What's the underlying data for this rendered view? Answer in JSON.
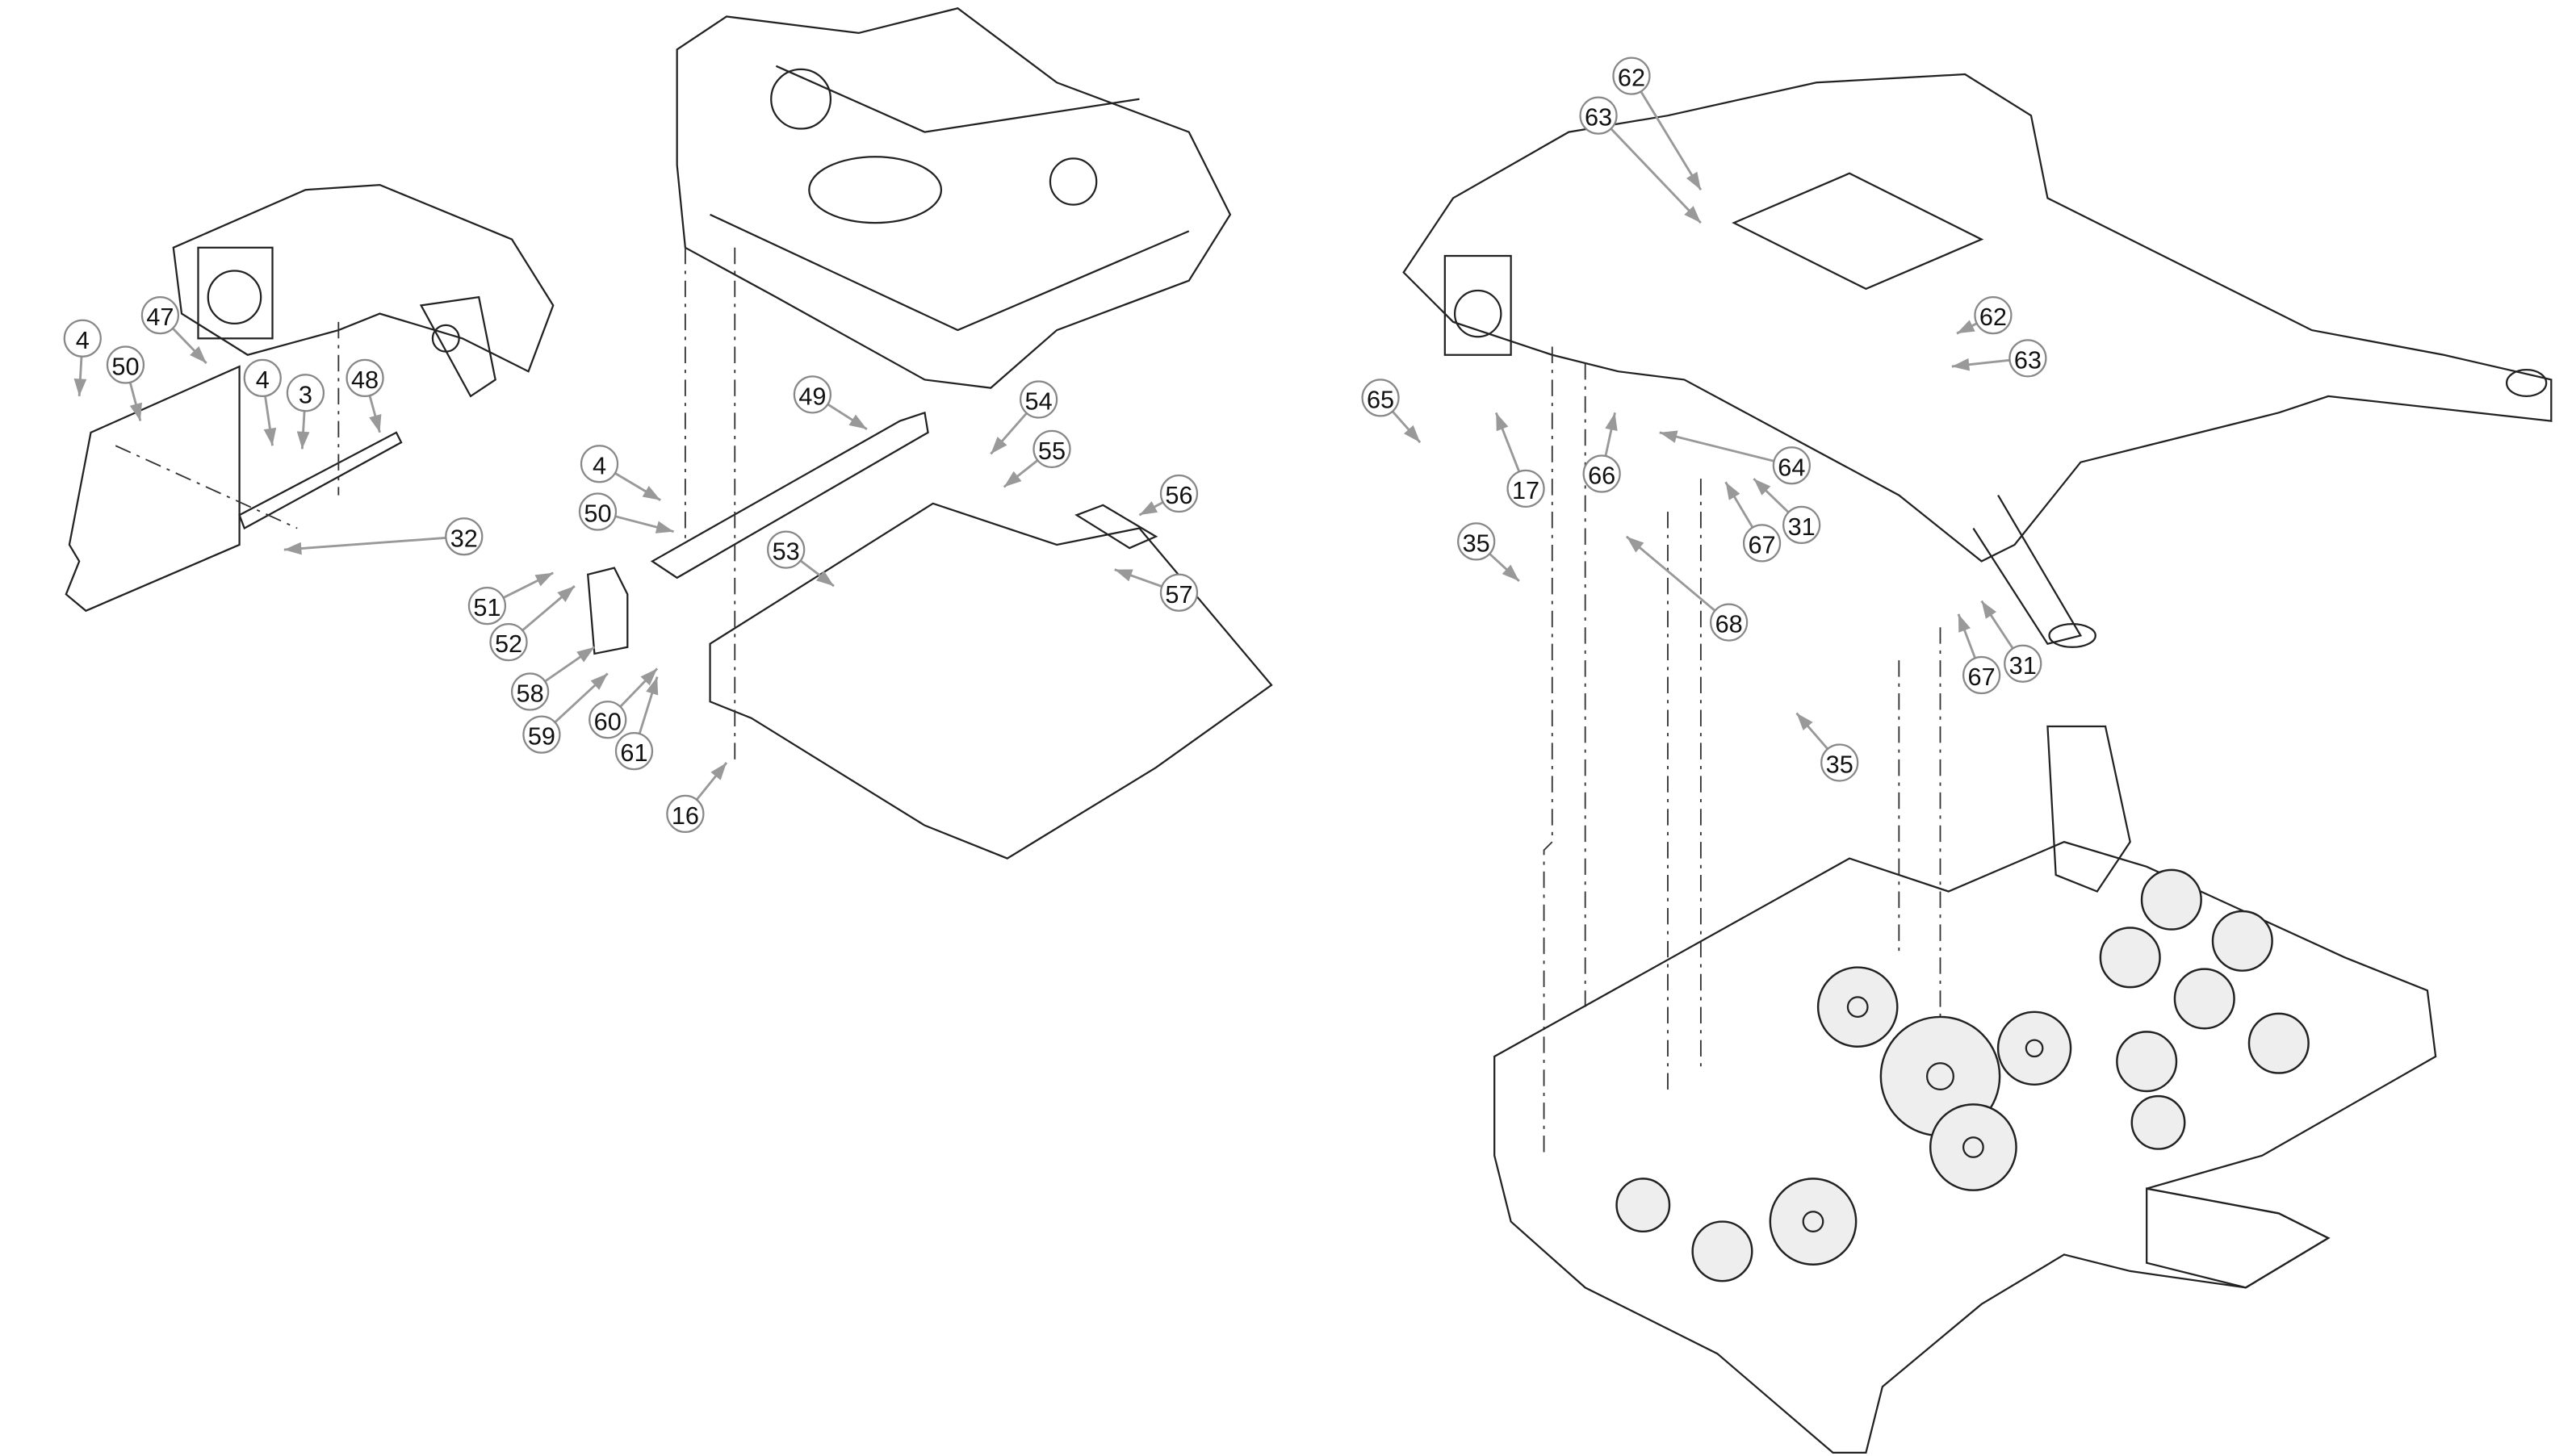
{
  "diagram": {
    "title": "Frame, floor pan and mower deck exploded parts view",
    "callouts": [
      {
        "id": "c1",
        "num": "4"
      },
      {
        "id": "c2",
        "num": "50"
      },
      {
        "id": "c3",
        "num": "47"
      },
      {
        "id": "c4",
        "num": "4"
      },
      {
        "id": "c5",
        "num": "3"
      },
      {
        "id": "c6",
        "num": "48"
      },
      {
        "id": "c7",
        "num": "32"
      },
      {
        "id": "c8",
        "num": "49"
      },
      {
        "id": "c9",
        "num": "4"
      },
      {
        "id": "c10",
        "num": "50"
      },
      {
        "id": "c11",
        "num": "54"
      },
      {
        "id": "c12",
        "num": "55"
      },
      {
        "id": "c13",
        "num": "56"
      },
      {
        "id": "c14",
        "num": "53"
      },
      {
        "id": "c15",
        "num": "57"
      },
      {
        "id": "c16",
        "num": "51"
      },
      {
        "id": "c17",
        "num": "52"
      },
      {
        "id": "c18",
        "num": "58"
      },
      {
        "id": "c19",
        "num": "59"
      },
      {
        "id": "c20",
        "num": "60"
      },
      {
        "id": "c21",
        "num": "61"
      },
      {
        "id": "c22",
        "num": "16"
      },
      {
        "id": "c23",
        "num": "62"
      },
      {
        "id": "c24",
        "num": "63"
      },
      {
        "id": "c25",
        "num": "62"
      },
      {
        "id": "c26",
        "num": "63"
      },
      {
        "id": "c27",
        "num": "65"
      },
      {
        "id": "c28",
        "num": "17"
      },
      {
        "id": "c29",
        "num": "66"
      },
      {
        "id": "c30",
        "num": "64"
      },
      {
        "id": "c31",
        "num": "67"
      },
      {
        "id": "c32",
        "num": "31"
      },
      {
        "id": "c33",
        "num": "35"
      },
      {
        "id": "c34",
        "num": "68"
      },
      {
        "id": "c35",
        "num": "67"
      },
      {
        "id": "c36",
        "num": "31"
      },
      {
        "id": "c37",
        "num": "35"
      }
    ]
  }
}
